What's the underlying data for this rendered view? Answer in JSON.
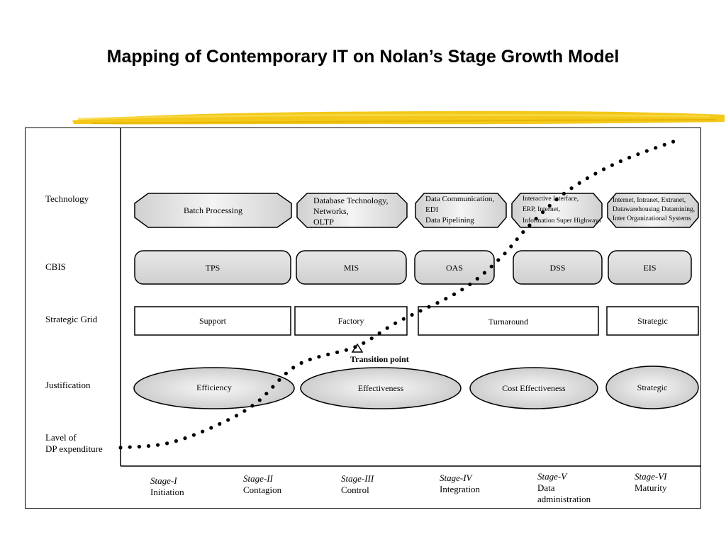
{
  "title": "Mapping of Contemporary IT on Nolan’s Stage Growth Model",
  "colors": {
    "highlight": "#f2c200",
    "box_fill": "#dcdcdc",
    "line": "#000000"
  },
  "row_labels": {
    "technology": "Technology",
    "cbis": "CBIS",
    "strategic_grid": "Strategic Grid",
    "justification": "Justification",
    "expenditure_line1": "Lavel of",
    "expenditure_line2": "DP expenditure"
  },
  "technology": {
    "batch": "Batch Processing",
    "db_line1": "Database Technology,",
    "db_line2": "Networks,",
    "db_line3": "OLTP",
    "dc_line1": "Data Communication,",
    "dc_line2": "EDI",
    "dc_line3": "Data Pipelining",
    "ii_line1": "Interactive Interface,",
    "ii_line2": "ERP, Internet,",
    "ii_line3": "Information Super Highways",
    "in_line1": "Internet, Intranet, Extranet,",
    "in_line2": "Datawarehousing Datamining,",
    "in_line3": "Inter Organizational Systems"
  },
  "cbis": [
    "TPS",
    "MIS",
    "OAS",
    "DSS",
    "EIS"
  ],
  "strategic_grid": [
    "Support",
    "Factory",
    "Turnaround",
    "Strategic"
  ],
  "justification": [
    "Efficiency",
    "Effectiveness",
    "Cost Effectiveness",
    "Strategic"
  ],
  "transition_point": "Transition point",
  "stages": [
    {
      "name": "Stage-I",
      "desc1": "Initiation",
      "desc2": ""
    },
    {
      "name": "Stage-II",
      "desc1": "Contagion",
      "desc2": ""
    },
    {
      "name": "Stage-III",
      "desc1": "Control",
      "desc2": ""
    },
    {
      "name": "Stage-IV",
      "desc1": "Integration",
      "desc2": ""
    },
    {
      "name": "Stage-V",
      "desc1": "Data",
      "desc2": "administration"
    },
    {
      "name": "Stage-VI",
      "desc1": "Maturity",
      "desc2": ""
    }
  ]
}
